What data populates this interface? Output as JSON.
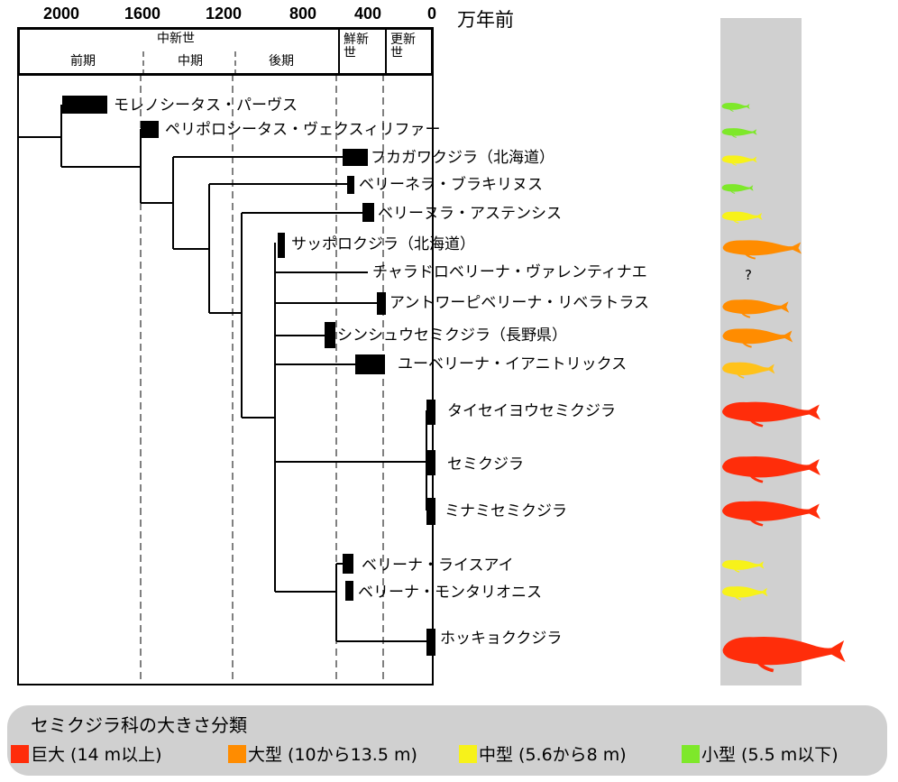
{
  "scale": {
    "ticks": [
      "2000",
      "1600",
      "1200",
      "800",
      "400",
      "0"
    ],
    "unit": "万年前"
  },
  "epochs": {
    "miocene": "中新世",
    "early": "前期",
    "middle": "中期",
    "late": "後期",
    "pliocene": "鮮新\n世",
    "pleistocene": "更新\n世"
  },
  "taxa": [
    "モレノシータス・パーヴス",
    "ペリポロシータス・ヴェクスィリファー",
    "フカガワクジラ（北海道）",
    "ベリーネラ・ブラキリヌス",
    "ベリーヌラ・アステンシス",
    "サッポロクジラ（北海道）",
    "チャラドロベリーナ・ヴァレンティナエ",
    "アントワーピベリーナ・リベラトラス",
    "シンシュウセミクジラ（長野県）",
    "ユーベリーナ・イアニトリックス",
    "タイセイヨウセミクジラ",
    "セミクジラ",
    "ミナミセミクジラ",
    "ベリーナ・ライスアイ",
    "ベリーナ・モンタリオニス",
    "ホッキョククジラ"
  ],
  "unknown_mark": "?",
  "size_colors": [
    "#7ee82a",
    "#7ee82a",
    "#f7f21a",
    "#7ee82a",
    "#f7f21a",
    "#ff8c00",
    "",
    "#ff8c00",
    "#ff8c00",
    "#ffc21a",
    "#ff2d0a",
    "#ff2d0a",
    "#ff2d0a",
    "#f7f21a",
    "#f7f21a",
    "#ff2d0a"
  ],
  "legend": {
    "title": "セミクジラ科の大きさ分類",
    "items": [
      {
        "label": "巨大 (14 m以上)",
        "color": "#ff2d0a"
      },
      {
        "label": "大型 (10から13.5 m)",
        "color": "#ff8c00"
      },
      {
        "label": "中型 (5.6から8 m)",
        "color": "#f7f21a"
      },
      {
        "label": "小型 (5.5 m以下)",
        "color": "#7ee82a"
      }
    ]
  }
}
